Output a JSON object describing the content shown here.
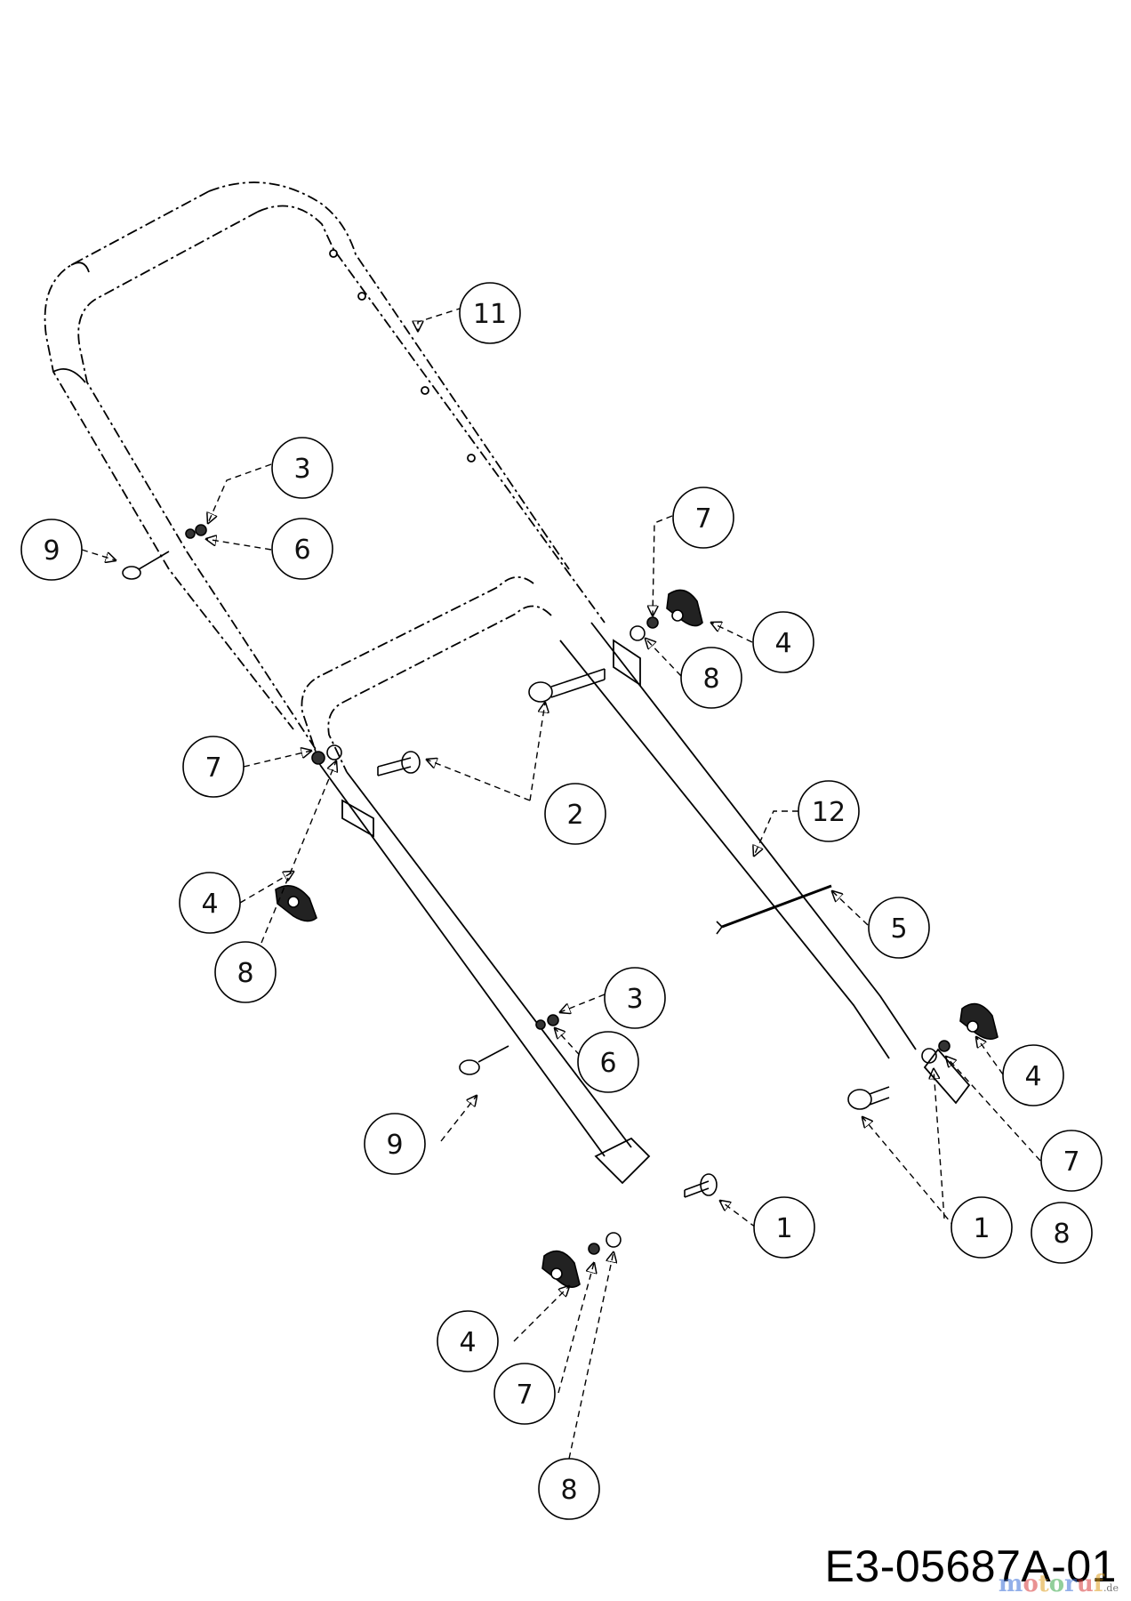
{
  "document": {
    "code": "E3-05687A-01",
    "watermark": {
      "brand": "motoruf",
      "tld": ".de",
      "colors": [
        "#3a6fd8",
        "#d83a3a",
        "#e0a020",
        "#3aa84a"
      ]
    }
  },
  "callouts": [
    {
      "id": "c11",
      "label": "11"
    },
    {
      "id": "c3a",
      "label": "3"
    },
    {
      "id": "c6a",
      "label": "6"
    },
    {
      "id": "c9a",
      "label": "9"
    },
    {
      "id": "c7a",
      "label": "7"
    },
    {
      "id": "c4a",
      "label": "4"
    },
    {
      "id": "c8a",
      "label": "8"
    },
    {
      "id": "c7b",
      "label": "7"
    },
    {
      "id": "c2",
      "label": "2"
    },
    {
      "id": "c12",
      "label": "12"
    },
    {
      "id": "c4b",
      "label": "4"
    },
    {
      "id": "c8b",
      "label": "8"
    },
    {
      "id": "c5",
      "label": "5"
    },
    {
      "id": "c3b",
      "label": "3"
    },
    {
      "id": "c6b",
      "label": "6"
    },
    {
      "id": "c9b",
      "label": "9"
    },
    {
      "id": "c4c",
      "label": "4"
    },
    {
      "id": "c7c",
      "label": "7"
    },
    {
      "id": "c1a",
      "label": "1"
    },
    {
      "id": "c8c",
      "label": "8"
    },
    {
      "id": "c1b",
      "label": "1"
    },
    {
      "id": "c4d",
      "label": "4"
    },
    {
      "id": "c7d",
      "label": "7"
    },
    {
      "id": "c8d",
      "label": "8"
    }
  ]
}
